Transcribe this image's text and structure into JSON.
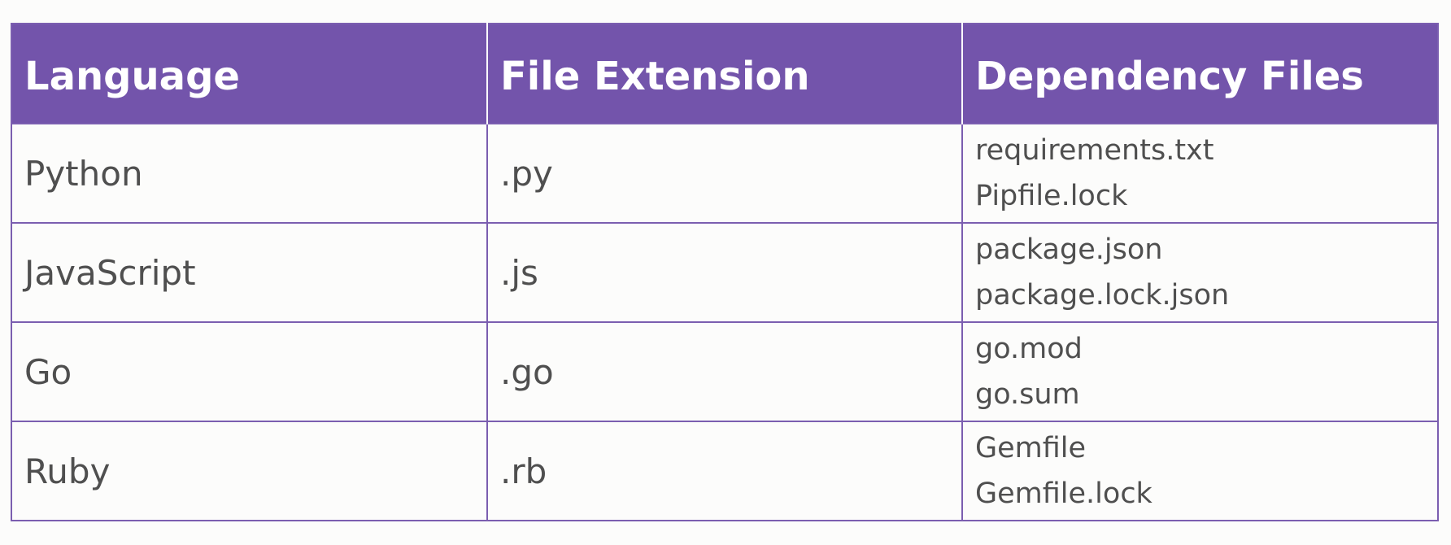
{
  "table": {
    "headers": [
      "Language",
      "File Extension",
      "Dependency Files"
    ],
    "rows": [
      {
        "language": "Python",
        "extension": ".py",
        "files": [
          "requirements.txt",
          "Pipfile.lock"
        ]
      },
      {
        "language": "JavaScript",
        "extension": ".js",
        "files": [
          "package.json",
          "package.lock.json"
        ]
      },
      {
        "language": "Go",
        "extension": ".go",
        "files": [
          "go.mod",
          "go.sum"
        ]
      },
      {
        "language": "Ruby",
        "extension": ".rb",
        "files": [
          "Gemfile",
          "Gemfile.lock"
        ]
      }
    ]
  },
  "colors": {
    "header_bg": "#7354ab",
    "header_text": "#ffffff",
    "border": "#7b5eb0",
    "cell_text": "#4f4f4f",
    "background": "#fcfcfb"
  }
}
